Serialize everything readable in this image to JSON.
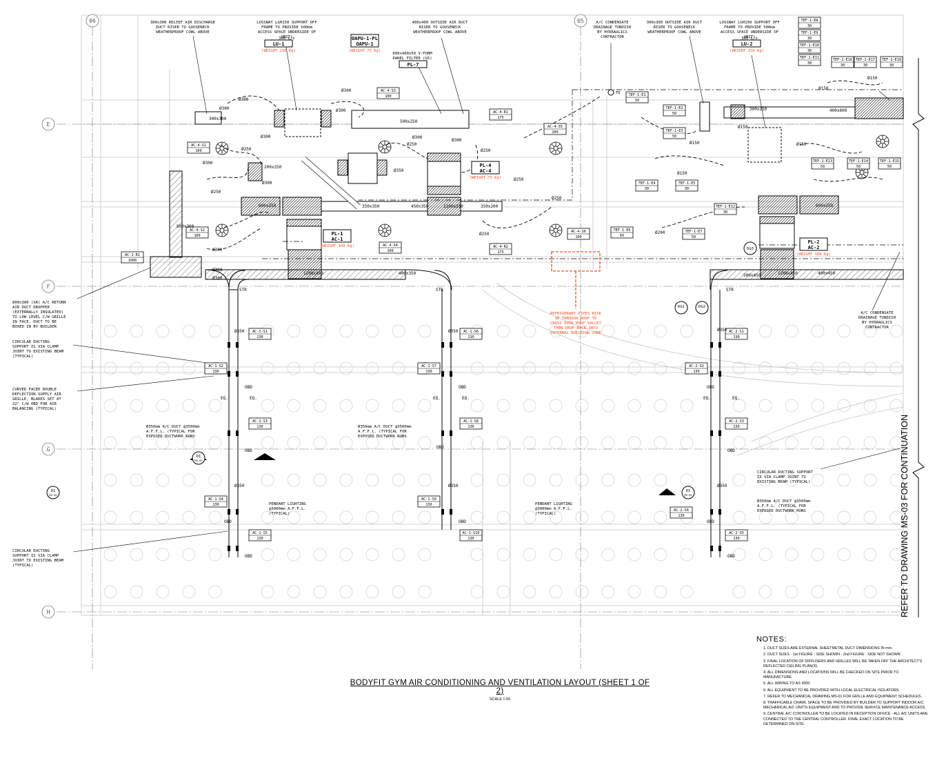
{
  "drawing": {
    "title": "BODYFIT GYM AIR CONDITIONING AND VENTILATION LAYOUT (SHEET 1 OF 2)",
    "scale": "SCALE 1:50",
    "continuation": "REFER TO DRAWING MS-03 FOR CONTINUATION"
  },
  "grid": {
    "columns": [
      "06",
      "05"
    ],
    "rows": [
      "E",
      "F",
      "G",
      "H"
    ]
  },
  "units": {
    "lu1": {
      "name": "LU-1",
      "weight": "(WEIGHT 150 Kg)"
    },
    "lu2": {
      "name": "LU-2",
      "weight": "(WEIGHT 150 Kg)"
    },
    "oapu": {
      "name1": "OAPU-1-PL",
      "name2": "OAPU-1",
      "weight": "(WEIGHT 75 Kg)"
    },
    "ac4": {
      "name1": "PL-4",
      "name2": "AC-4",
      "weight": "(WEIGHT 75 Kg)"
    },
    "ac1": {
      "name1": "PL-1",
      "name2": "AC-1",
      "weight": "(WEIGHT 100 Kg)"
    },
    "ac2": {
      "name1": "PL-2",
      "name2": "AC-2",
      "weight": "(WEIGHT 100 Kg)"
    },
    "pl7": "PL-7"
  },
  "annotations": {
    "relief_air": "300x300 RELIEF AIR DISCHARGE DUCT RISER TO GOOSENECK WEATHERPROOF COWL ABOVE",
    "lossnay1": "LOSSNAY LGH150 SUPPORT OFF FRAME TO PROVIDE 500mm ACCESS SPACE UNDERSIDE OF UNIT)",
    "lossnay1_flow": "300 L/s",
    "outside_air_400": "400x400 OUTSIDE AIR DUCT RISER TO GOOSENECK WEATHERPROOF COWL ABOVE",
    "vform_filter": "600x400x50 V-FORM PANEL FILTER (G5)",
    "condensate_top": "A/C CONDENSATE DRAINAGE TUNDISH BY HYDRAULICS CONTRACTOR",
    "outside_air_300": "300x300 OUTSIDE AIR DUCT RISER TO GOOSENECK WEATHERPROOF COWL ABOVE",
    "lossnay2": "LOSSNAY LGH150 SUPPORT OFF FRAME TO PROVIDE 500mm ACCESS SPACE UNDERSIDE OF UNIT)",
    "lossnay2_flow": "300 L/s",
    "return_dropper": "800x300 (SR) A/C RETURN AIR DUCT DROPPER (EXTERNALLY INSULATED) TO LOW LEVEL C/W GRILLE IN FACE. DUCT TO BE BOXED IN BY BUILDER",
    "circ_support": "CIRCULAR DUCTING SUPPORT IS VIA CLAMP JOINT TO EXISTING BEAM (TYPICAL)",
    "curved_grille": "CURVED FACED DOUBLE DEFLECTION SUPPLY AIR GRILLE, BLADES SET AT 22° C/W OBD FOR AIR BALANCING (TYPICAL)",
    "duct_350": "Ø350mm A/C DUCT @3500mm A.F.F.L. (TYPICAL FOR EXPOSED DUCTWORK RUNS",
    "pendant": "PENDANT LIGHTING @3000mm A.F.F.L. (TYPICAL)",
    "refrigerant": "REFRIGERANT PIPES RISE UP THROUGH ROOF TO CROSS OVER ROOF VALLEY THEN DROP BACK INTO INTERNAL BUILDING ZONE",
    "condensate_right": "A/C CONDENSATE DRAINAGE TUNDISH BY HYDRAULICS CONTRACTOR",
    "circ_support_r": "CIRCULAR DUCTING SUPPORT IS VIA CLAMP JOINT TO EXISTING BEAM (TYPICAL)",
    "duct_350_r": "Ø350mm A/C DUCT @3500mm A.F.F.L. (TYPICAL FOR EXPOSED DUCTWORK RUNS"
  },
  "tags": [
    {
      "id": "AC-4-S1",
      "flow": "100"
    },
    {
      "id": "AC-4-S2",
      "flow": "100"
    },
    {
      "id": "AC-4-S3",
      "flow": "100"
    },
    {
      "id": "AC-4-S4",
      "flow": "100"
    },
    {
      "id": "AC-4-S5",
      "flow": "100"
    },
    {
      "id": "AC-4-S6",
      "flow": "100"
    },
    {
      "id": "AC-4-R1",
      "flow": "175"
    },
    {
      "id": "AC-4-R2",
      "flow": "175"
    },
    {
      "id": "AC-1-R1",
      "flow": "1000"
    },
    {
      "id": "AC-1-S1",
      "flow": "130"
    },
    {
      "id": "AC-1-S2",
      "flow": "130"
    },
    {
      "id": "AC-1-S3",
      "flow": "130"
    },
    {
      "id": "AC-1-S4",
      "flow": "130"
    },
    {
      "id": "AC-1-S5",
      "flow": "130"
    },
    {
      "id": "AC-1-S6",
      "flow": "130"
    },
    {
      "id": "AC-1-S7",
      "flow": "130"
    },
    {
      "id": "AC-1-S8",
      "flow": "130"
    },
    {
      "id": "AC-1-S9",
      "flow": "130"
    },
    {
      "id": "AC-1-S10",
      "flow": "130"
    },
    {
      "id": "AC-2-S1",
      "flow": "130"
    },
    {
      "id": "AC-2-S2",
      "flow": "130"
    },
    {
      "id": "AC-2-S3",
      "flow": "130"
    },
    {
      "id": "AC-2-S4",
      "flow": "130"
    },
    {
      "id": "AC-2-S5",
      "flow": "130"
    },
    {
      "id": "TEF-1-E1",
      "flow": "50"
    },
    {
      "id": "TEF-1-E2",
      "flow": "50"
    },
    {
      "id": "TEF-1-E3",
      "flow": "50"
    },
    {
      "id": "TEF-1-E4",
      "flow": "30"
    },
    {
      "id": "TEF-1-E5",
      "flow": "30"
    },
    {
      "id": "TEF-1-E6",
      "flow": "60"
    },
    {
      "id": "TEF-1-E7",
      "flow": "50"
    },
    {
      "id": "TEF-1-E8",
      "flow": "30"
    },
    {
      "id": "TEF-1-E9",
      "flow": "30"
    },
    {
      "id": "TEF-1-E10",
      "flow": "30"
    },
    {
      "id": "TEF-1-E11",
      "flow": "30"
    },
    {
      "id": "TEF-1-E12",
      "flow": "30"
    },
    {
      "id": "TEF-1-E13",
      "flow": "50"
    },
    {
      "id": "TEF-1-E14",
      "flow": "50"
    },
    {
      "id": "TEF-1-E15",
      "flow": "50"
    },
    {
      "id": "TEF-1-E16",
      "flow": "30"
    },
    {
      "id": "TEF-1-E17",
      "flow": "30"
    },
    {
      "id": "TEF-1-E18",
      "flow": "30"
    }
  ],
  "duct_sizes": [
    "300x300",
    "500x250",
    "200x250",
    "350x350",
    "450x350",
    "1100x350",
    "350x200",
    "600x250",
    "800x300",
    "1200x450",
    "400x350",
    "400x450",
    "300x250",
    "400x600",
    "500x450"
  ],
  "dims": [
    "Ø300",
    "Ø250",
    "Ø350",
    "Ø150",
    "Ø200",
    "Ø350",
    "EQ."
  ],
  "markers": {
    "dg1": "DG1",
    "dg2": "DG2",
    "dg3": "DG3",
    "d1": "D1",
    "d1_sub": "MS-05",
    "td": "TD",
    "obd": "OBD",
    "str": "STR"
  },
  "notes": {
    "heading": "NOTES:",
    "items": [
      "1. DUCT SIZES ARE EXTERNAL SHEETMETAL DUCT DIMENSIONS IN mm.",
      "2. DUCT SIZES - 1st FIGURE : SIDE SHOWN - 2nd FIGURE : SIDE NOT SHOWN",
      "3. FINAL LOCATION OF DIFFUSERS AND GRILLES WILL BE TAKEN OFF THE ARCHITECT'S REFLECTED CEILING PLAN(S).",
      "4. ALL DIMENSIONS AND LOCATIONS WILL BE CHECKED ON SITE PRIOR TO MANUFACTURE.",
      "5. ALL WIRING TO AS 3000",
      "6. ALL EQUIPMENT TO BE PROVIDED WITH LOCAL ELECTRICAL ISOLATORS.",
      "7. REFER TO MECHANICAL DRAWING MS-01 FOR GRILLE AND EQUIPMENT SCHEDULES.",
      "8. TRAFFICABLE CRAWL SPACE TO BE PROVIDED BY BUILDER TO SUPPORT INDOOR A/C MECHANICAL A/C UNITS/ EQUIPMENT AND TO PROVIDE SERVICE MAINTENANCE ACCESS.",
      "9. CENTRAL A/C CONTROLLER TO BE LOCATED IN RECEPTION OFFICE - ALL A/C UNITS ARE CONNECTED TO THE CENTRAL CONTROLLER. FINAL EXACT LOCATION TO BE DETERMINED ON SITE."
    ]
  },
  "colors": {
    "accent": "#ff4a1a",
    "line": "#000000",
    "faint": "#b9b9b9",
    "hatch": "#555555"
  }
}
